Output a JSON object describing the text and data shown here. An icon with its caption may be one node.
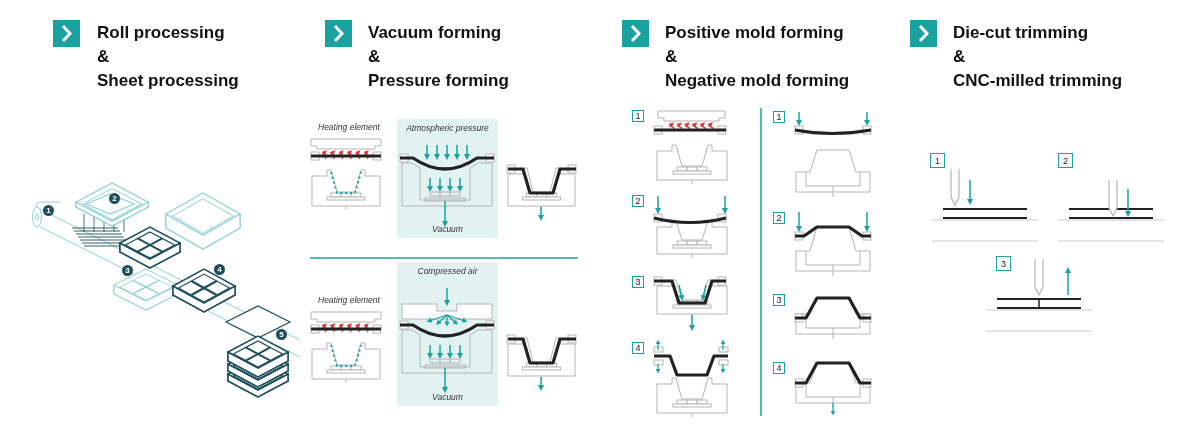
{
  "diagram": {
    "nodes": [
      {
        "text": [
          "1"
        ]
      },
      {
        "text": [
          "2"
        ]
      },
      {
        "text": [
          "3"
        ]
      },
      {
        "text": [
          "4"
        ]
      },
      {
        "text": [
          "5"
        ]
      },
      {
        "text": [
          "Atmospheric pressure",
          "Vacuum"
        ]
      },
      {
        "text": [
          "Compressed air",
          "Vacuum"
        ]
      },
      {
        "text": [
          "1"
        ]
      },
      {
        "text": [
          "2"
        ]
      },
      {
        "text": [
          "3"
        ]
      },
      {
        "text": [
          "4"
        ]
      },
      {
        "text": [
          "1"
        ]
      },
      {
        "text": [
          "2"
        ]
      },
      {
        "text": [
          "3"
        ]
      },
      {
        "text": [
          "4"
        ]
      },
      {
        "text": [
          "1"
        ]
      },
      {
        "text": [
          "2"
        ]
      },
      {
        "text": [
          "3"
        ]
      }
    ],
    "labels": [
      "Roll processing",
      "&",
      "Sheet processing",
      "Vacuum forming",
      "&",
      "Pressure forming",
      "Positive mold forming",
      "&",
      "Negative mold forming",
      "Die-cut trimming",
      "&",
      "CNC-milled trimming",
      "Heating element",
      "Heating element"
    ]
  }
}
